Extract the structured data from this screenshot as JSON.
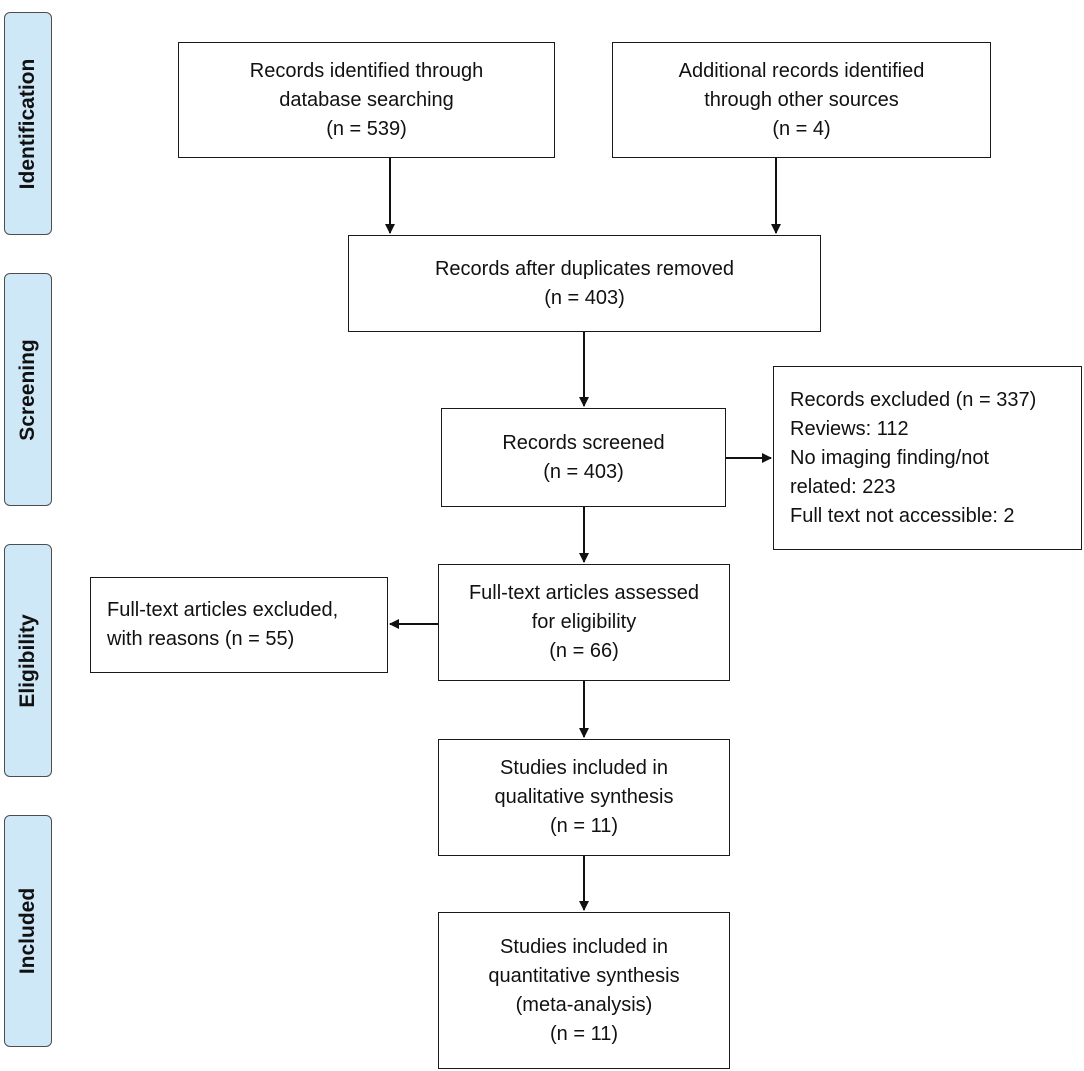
{
  "phases": {
    "identification": "Identification",
    "screening": "Screening",
    "eligibility": "Eligibility",
    "included": "Included"
  },
  "boxes": {
    "database": [
      "Records identified through",
      "database searching",
      "(n = 539)"
    ],
    "other_sources": [
      "Additional records identified",
      "through other sources",
      "(n = 4)"
    ],
    "duplicates_removed": [
      "Records after duplicates removed",
      "(n = 403)"
    ],
    "screened": [
      "Records screened",
      "(n = 403)"
    ],
    "excluded": [
      "Records excluded (n = 337)",
      "Reviews: 112",
      "No imaging finding/not",
      "related: 223",
      "Full text not accessible: 2"
    ],
    "fulltext_assessed": [
      "Full-text articles assessed",
      "for eligibility",
      "(n = 66)"
    ],
    "fulltext_excluded": [
      "Full-text articles excluded,",
      "with reasons (n = 55)"
    ],
    "qualitative": [
      "Studies included in",
      "qualitative synthesis",
      "(n = 11)"
    ],
    "quantitative": [
      "Studies included in",
      "quantitative synthesis",
      "(meta-analysis)",
      "(n = 11)"
    ]
  }
}
